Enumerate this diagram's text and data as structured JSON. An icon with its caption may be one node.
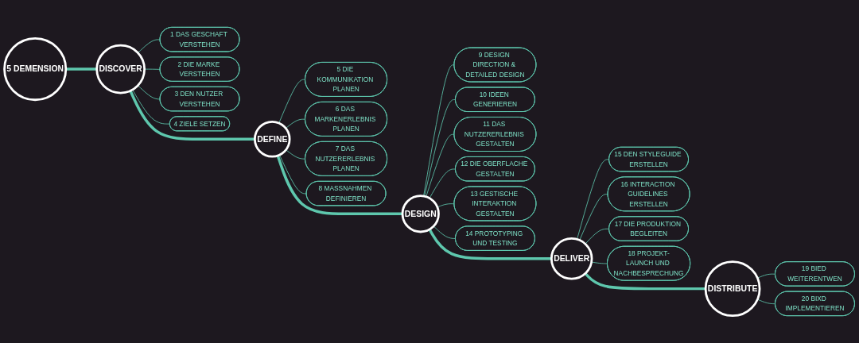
{
  "diagram": {
    "nodes": [
      {
        "text": [
          "5 DEMENSION"
        ]
      },
      {
        "text": [
          "DISCOVER"
        ]
      },
      {
        "text": [
          "1 DAS GESCHAFT VERSTEHEN"
        ]
      },
      {
        "text": [
          "2 DIE MARKE VERSTEHEN"
        ]
      },
      {
        "text": [
          "3 DEN NUTZER VERSTEHEN"
        ]
      },
      {
        "text": [
          "4 ZIELE SETZEN"
        ]
      },
      {
        "text": [
          "DEFINE"
        ]
      },
      {
        "text": [
          "5 DIE KOMMUNIKATION PLANEN"
        ]
      },
      {
        "text": [
          "6 DAS MARKENERLEBNIS PLANEN"
        ]
      },
      {
        "text": [
          "7 DAS NUTZERERLEBNIS PLANEN"
        ]
      },
      {
        "text": [
          "8 MASSNAHMEN DEFINIEREN"
        ]
      },
      {
        "text": [
          "DESIGN"
        ]
      },
      {
        "text": [
          "9 DESIGN DIRECTION & DETAILED DESIGN"
        ]
      },
      {
        "text": [
          "10 IDEEN GENERIEREN"
        ]
      },
      {
        "text": [
          "11 DAS NUTZERERLEBNIS GESTALTEN"
        ]
      },
      {
        "text": [
          "12 DIE OBERFLACHE GESTALTEN"
        ]
      },
      {
        "text": [
          "13 GESTISCHE INTERAKTION GESTALTEN"
        ]
      },
      {
        "text": [
          "14 PROTOTYPING UND TESTING"
        ]
      },
      {
        "text": [
          "DELIVER"
        ]
      },
      {
        "text": [
          "15 DEN STYLEGUIDE ERSTELLEN"
        ]
      },
      {
        "text": [
          "16 INTERACTION GUIDELINES ERSTELLEN"
        ]
      },
      {
        "text": [
          "17 DIE PRODUKTION BEGLEITEN"
        ]
      },
      {
        "text": [
          "18 PROJEKT-LAUNCH UND NACHBESPRECHUNG"
        ]
      },
      {
        "text": [
          "DISTRIBUTE"
        ]
      },
      {
        "text": [
          "19 BIED WEITERENTWEN"
        ]
      },
      {
        "text": [
          "20 BIXD IMPLEMENTIEREN"
        ]
      }
    ],
    "edges": [
      {
        "from": 0,
        "to": 1,
        "arrow": "none",
        "style": "thick"
      },
      {
        "from": 1,
        "to": 6,
        "arrow": "none",
        "style": "thick"
      },
      {
        "from": 6,
        "to": 11,
        "arrow": "none",
        "style": "thick"
      },
      {
        "from": 11,
        "to": 18,
        "arrow": "none",
        "style": "thick"
      },
      {
        "from": 18,
        "to": 23,
        "arrow": "none",
        "style": "thick"
      },
      {
        "from": 1,
        "to": 2,
        "arrow": "none"
      },
      {
        "from": 1,
        "to": 3,
        "arrow": "none"
      },
      {
        "from": 1,
        "to": 4,
        "arrow": "none"
      },
      {
        "from": 1,
        "to": 5,
        "arrow": "none"
      },
      {
        "from": 6,
        "to": 7,
        "arrow": "none"
      },
      {
        "from": 6,
        "to": 8,
        "arrow": "none"
      },
      {
        "from": 6,
        "to": 9,
        "arrow": "none"
      },
      {
        "from": 6,
        "to": 10,
        "arrow": "none"
      },
      {
        "from": 11,
        "to": 12,
        "arrow": "none"
      },
      {
        "from": 11,
        "to": 13,
        "arrow": "none"
      },
      {
        "from": 11,
        "to": 14,
        "arrow": "none"
      },
      {
        "from": 11,
        "to": 15,
        "arrow": "none"
      },
      {
        "from": 11,
        "to": 16,
        "arrow": "none"
      },
      {
        "from": 11,
        "to": 17,
        "arrow": "none"
      },
      {
        "from": 18,
        "to": 19,
        "arrow": "none"
      },
      {
        "from": 18,
        "to": 20,
        "arrow": "none"
      },
      {
        "from": 18,
        "to": 21,
        "arrow": "none"
      },
      {
        "from": 18,
        "to": 22,
        "arrow": "none"
      },
      {
        "from": 23,
        "to": 24,
        "arrow": "none"
      },
      {
        "from": 23,
        "to": 25,
        "arrow": "none"
      }
    ]
  }
}
